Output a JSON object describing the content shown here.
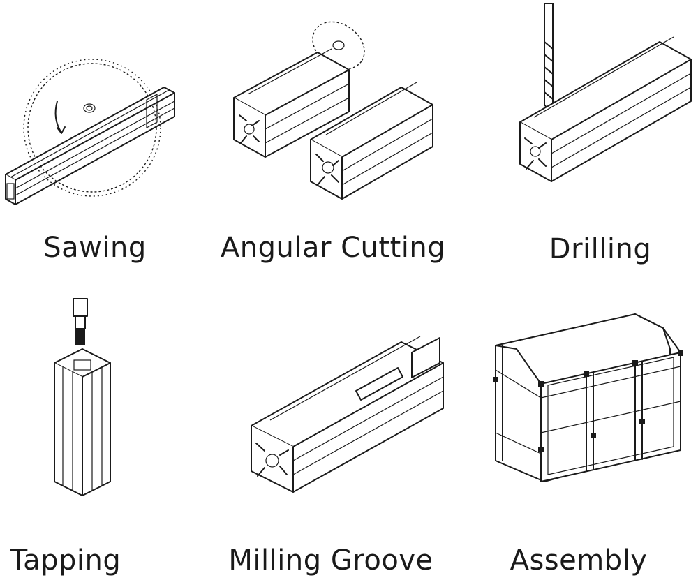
{
  "operations": [
    {
      "label": "Sawing",
      "icon": "saw-blade-profile-icon"
    },
    {
      "label": "Angular Cutting",
      "icon": "angular-cut-profile-icon"
    },
    {
      "label": "Drilling",
      "icon": "drill-bit-profile-icon"
    },
    {
      "label": "Tapping",
      "icon": "tap-tool-profile-icon"
    },
    {
      "label": "Milling Groove",
      "icon": "milled-groove-profile-icon"
    },
    {
      "label": "Assembly",
      "icon": "frame-assembly-icon"
    }
  ]
}
